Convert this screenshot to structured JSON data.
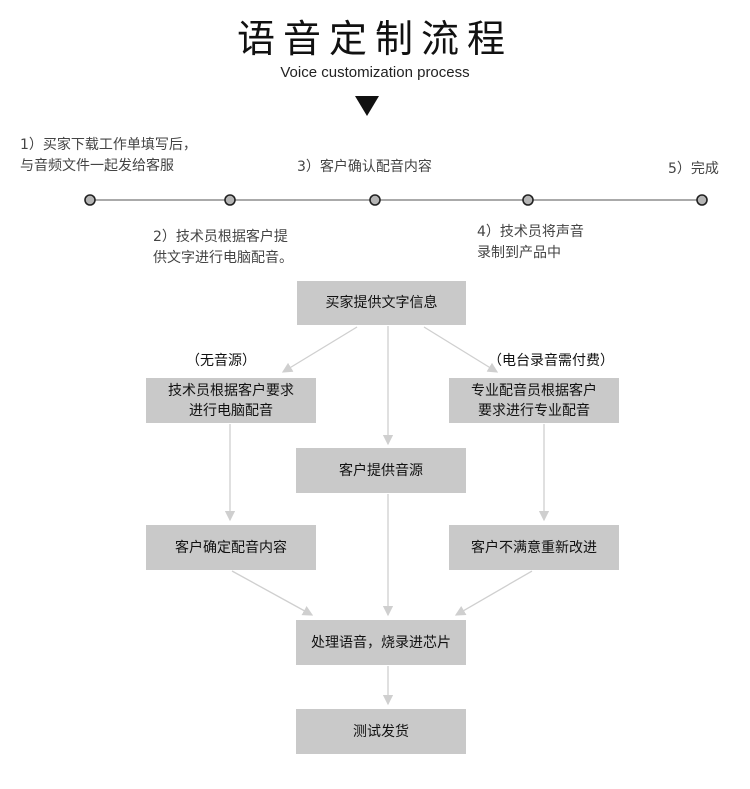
{
  "header": {
    "title": "语音定制流程",
    "subtitle": "Voice customization process"
  },
  "timeline": {
    "steps": [
      {
        "line1": "1）买家下载工作单填写后，",
        "line2": "与音频文件一起发给客服"
      },
      {
        "line1": "2）技术员根据客户提",
        "line2": "供文字进行电脑配音。"
      },
      {
        "line1": "3）客户确认配音内容",
        "line2": ""
      },
      {
        "line1": "4）技术员将声音",
        "line2": "录制到产品中"
      },
      {
        "line1": "5）完成",
        "line2": ""
      }
    ]
  },
  "flow": {
    "start": "买家提供文字信息",
    "left_note": "（无音源）",
    "right_note": "（电台录音需付费）",
    "left_box": {
      "line1": "技术员根据客户要求",
      "line2": "进行电脑配音"
    },
    "right_box": {
      "line1": "专业配音员根据客户",
      "line2": "要求进行专业配音"
    },
    "middle": "客户提供音源",
    "left_confirm": "客户确定配音内容",
    "right_improve": "客户不满意重新改进",
    "process": "处理语音，烧录进芯片",
    "ship": "测试发货"
  },
  "colors": {
    "box": "#c9c9c9",
    "line": "#cccccc",
    "dot": "#b5b5b5"
  }
}
